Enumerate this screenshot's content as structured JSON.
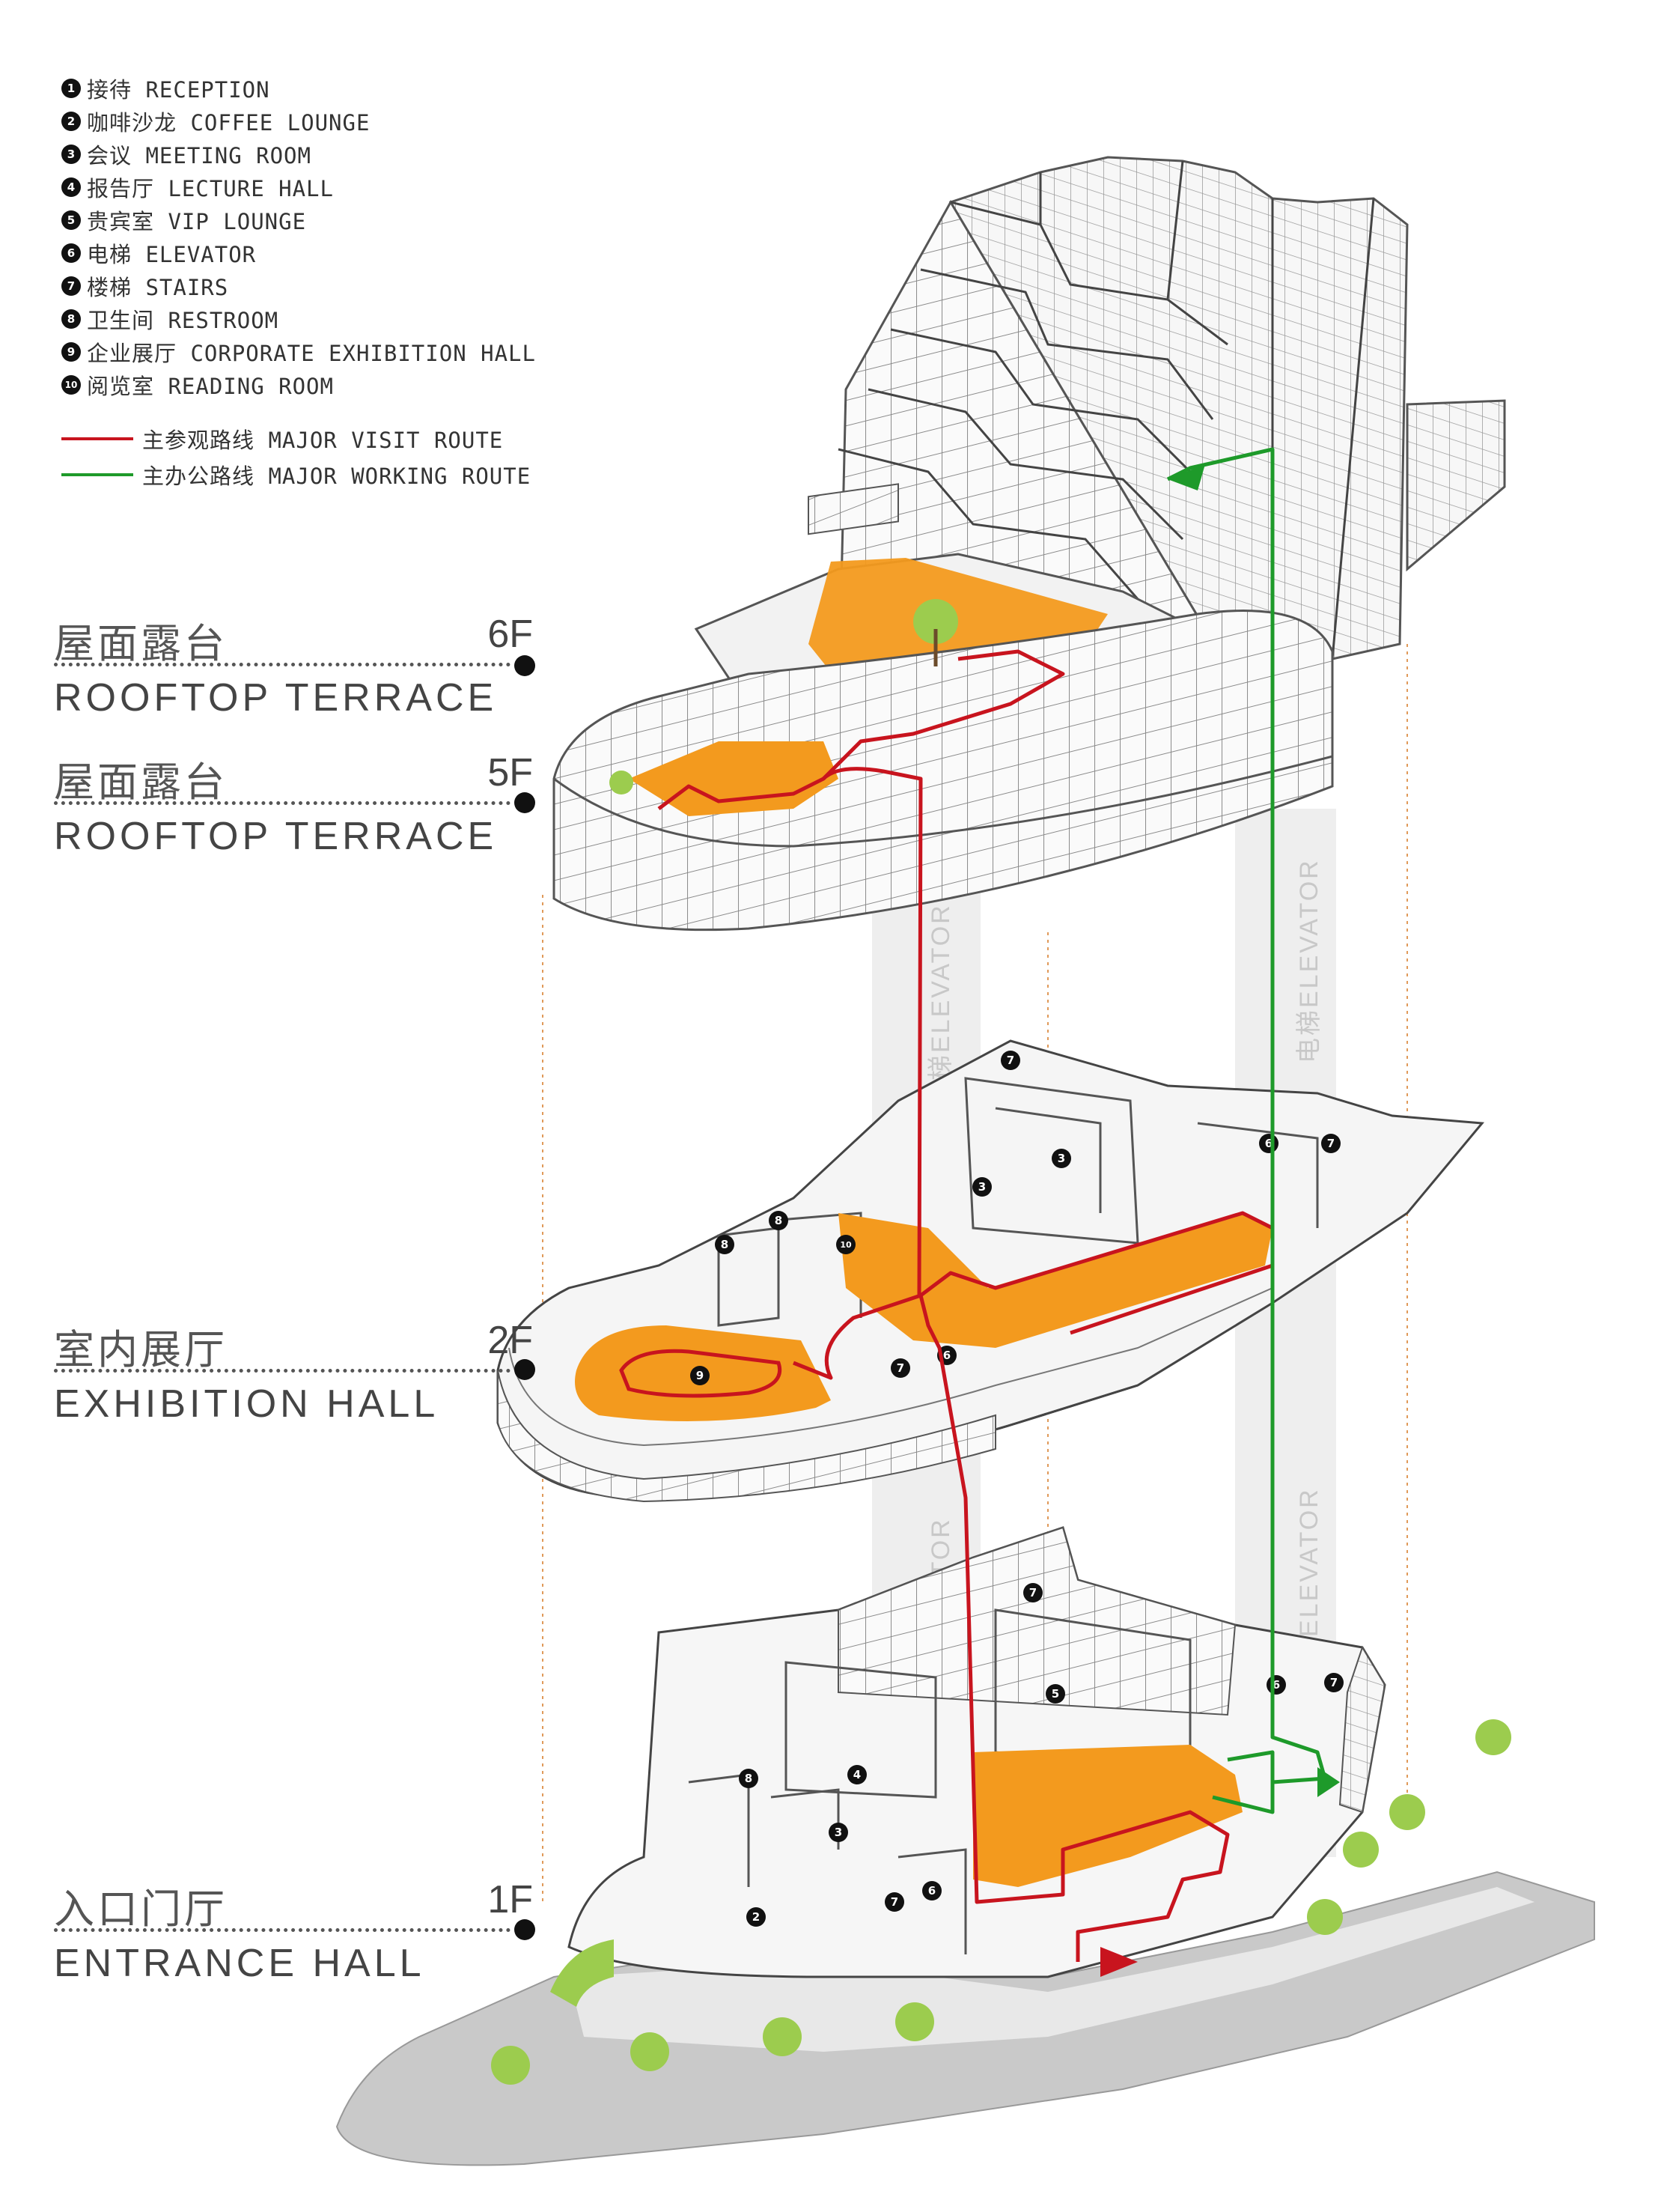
{
  "legend": {
    "items": [
      {
        "num": "1",
        "label": "接待 RECEPTION"
      },
      {
        "num": "2",
        "label": "咖啡沙龙 COFFEE LOUNGE"
      },
      {
        "num": "3",
        "label": "会议 MEETING ROOM"
      },
      {
        "num": "4",
        "label": "报告厅 LECTURE HALL"
      },
      {
        "num": "5",
        "label": "贵宾室 VIP LOUNGE"
      },
      {
        "num": "6",
        "label": "电梯 ELEVATOR"
      },
      {
        "num": "7",
        "label": "楼梯 STAIRS"
      },
      {
        "num": "8",
        "label": "卫生间 RESTROOM"
      },
      {
        "num": "9",
        "label": "企业展厅 CORPORATE EXHIBITION HALL"
      },
      {
        "num": "10",
        "label": "阅览室 READING ROOM"
      }
    ],
    "routes": [
      {
        "label": "主参观路线 MAJOR VISIT ROUTE",
        "color": "#c8141e"
      },
      {
        "label": "主办公路线 MAJOR WORKING ROUTE",
        "color": "#1e9a2a"
      }
    ]
  },
  "floors": [
    {
      "zh": "屋面露台",
      "en": "ROOFTOP TERRACE",
      "level": "6F"
    },
    {
      "zh": "屋面露台",
      "en": "ROOFTOP TERRACE",
      "level": "5F"
    },
    {
      "zh": "室内展厅",
      "en": "EXHIBITION HALL",
      "level": "2F"
    },
    {
      "zh": "入口门厅",
      "en": "ENTRANCE HALL",
      "level": "1F"
    }
  ],
  "elevator_labels": [
    "电梯ELEVATOR",
    "电梯ELEVATOR",
    "电梯ELEVATOR",
    "电梯ELEVATOR"
  ],
  "room_markers": {
    "f2": [
      "7",
      "3",
      "3",
      "6",
      "7",
      "8",
      "8",
      "10",
      "9",
      "7",
      "6"
    ],
    "f1": [
      "7",
      "5",
      "6",
      "7",
      "8",
      "4",
      "3",
      "2",
      "7",
      "6"
    ]
  },
  "colors": {
    "accent_orange": "#f39a1e",
    "visit_route": "#c8141e",
    "working_route": "#1e9a2a",
    "line_gray": "#7a7a7a",
    "elevator_shaft": "#ececec",
    "tree_green": "#9ccc4e"
  }
}
